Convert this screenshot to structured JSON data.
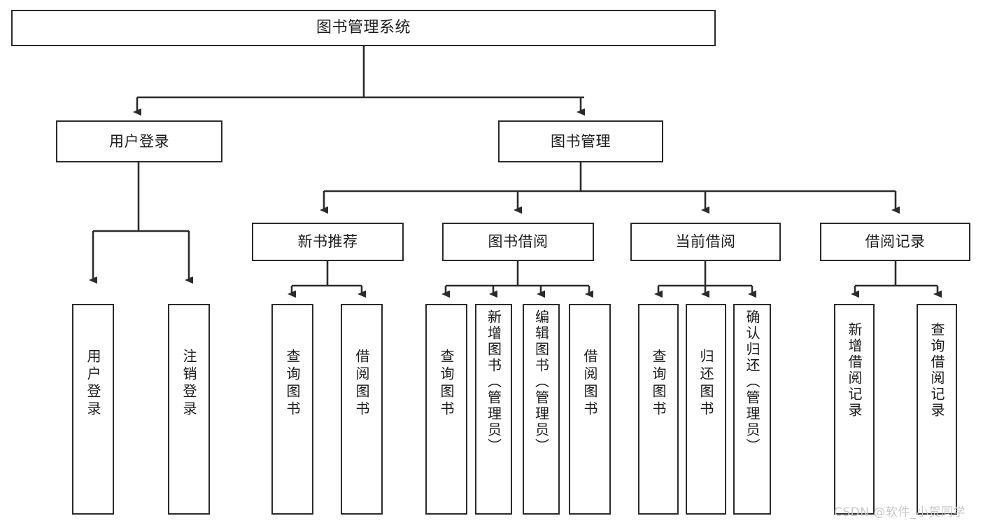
{
  "diagram": {
    "title": "图书管理系统",
    "type": "tree-hierarchy",
    "root": {
      "label": "图书管理系统"
    },
    "level2": [
      {
        "label": "用户登录"
      },
      {
        "label": "图书管理"
      }
    ],
    "level3": [
      {
        "label": "新书推荐"
      },
      {
        "label": "图书借阅"
      },
      {
        "label": "当前借阅"
      },
      {
        "label": "借阅记录"
      }
    ],
    "leaves": {
      "user_login": [
        {
          "label": "用户登录"
        },
        {
          "label": "注销登录"
        }
      ],
      "new_book_recommend": [
        {
          "label": "查询图书"
        },
        {
          "label": "借阅图书"
        }
      ],
      "book_borrow": [
        {
          "label": "查询图书"
        },
        {
          "label": "新增图书（管理员）"
        },
        {
          "label": "编辑图书（管理员）"
        },
        {
          "label": "借阅图书"
        }
      ],
      "current_borrow": [
        {
          "label": "查询图书"
        },
        {
          "label": "归还图书"
        },
        {
          "label": "确认归还（管理员）"
        }
      ],
      "borrow_record": [
        {
          "label": "新增借阅记录"
        },
        {
          "label": "查询借阅记录"
        }
      ]
    }
  },
  "watermark": {
    "text": "CSDN @软件_小贺同学"
  },
  "colors": {
    "border": "#2b2b2b",
    "text": "#1b1b1b",
    "background": "#ffffff",
    "watermark": "#c9c9c9"
  }
}
